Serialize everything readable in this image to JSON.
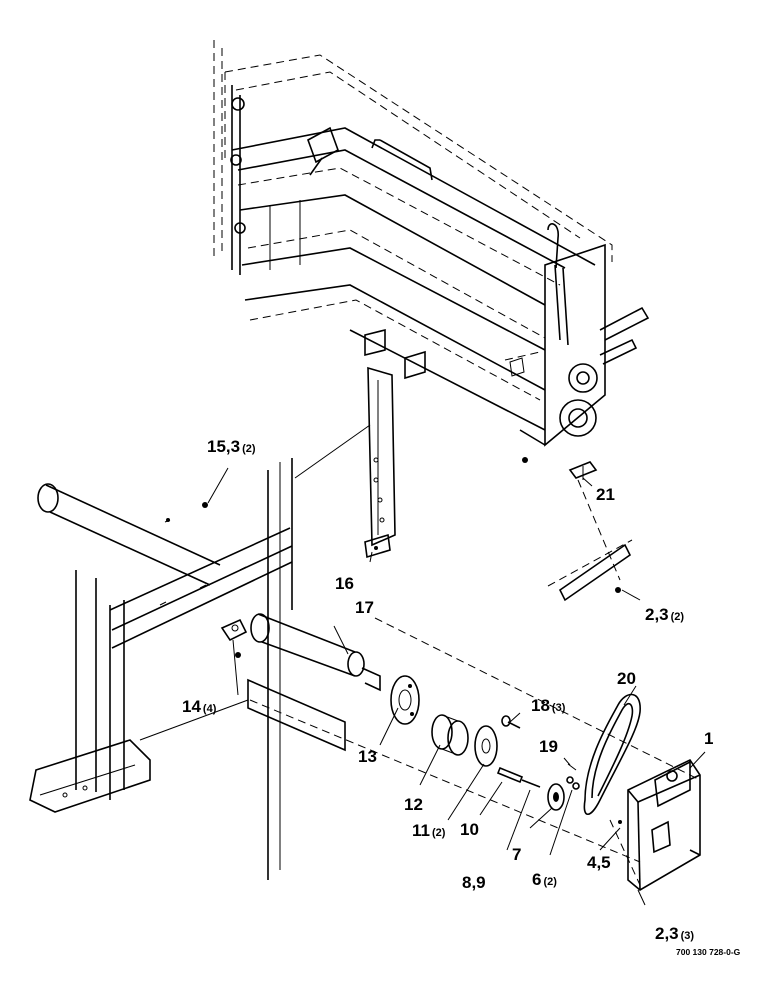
{
  "diagram": {
    "drawing_number": "700 130 728-0-G",
    "callouts": [
      {
        "id": "c1",
        "text": "1",
        "qty": ""
      },
      {
        "id": "c2",
        "text": "2,3",
        "qty": "(2)"
      },
      {
        "id": "c3",
        "text": "2,3",
        "qty": "(3)"
      },
      {
        "id": "c4",
        "text": "4,5",
        "qty": ""
      },
      {
        "id": "c5",
        "text": "6",
        "qty": "(2)"
      },
      {
        "id": "c6",
        "text": "7",
        "qty": ""
      },
      {
        "id": "c7",
        "text": "8,9",
        "qty": ""
      },
      {
        "id": "c8",
        "text": "10",
        "qty": ""
      },
      {
        "id": "c9",
        "text": "11",
        "qty": "(2)"
      },
      {
        "id": "c10",
        "text": "12",
        "qty": ""
      },
      {
        "id": "c11",
        "text": "13",
        "qty": ""
      },
      {
        "id": "c12",
        "text": "14",
        "qty": "(4)"
      },
      {
        "id": "c13",
        "text": "15,3",
        "qty": "(2)"
      },
      {
        "id": "c14",
        "text": "16",
        "qty": ""
      },
      {
        "id": "c15",
        "text": "17",
        "qty": ""
      },
      {
        "id": "c16",
        "text": "18",
        "qty": "(3)"
      },
      {
        "id": "c17",
        "text": "19",
        "qty": ""
      },
      {
        "id": "c18",
        "text": "20",
        "qty": ""
      },
      {
        "id": "c19",
        "text": "21",
        "qty": ""
      }
    ]
  }
}
